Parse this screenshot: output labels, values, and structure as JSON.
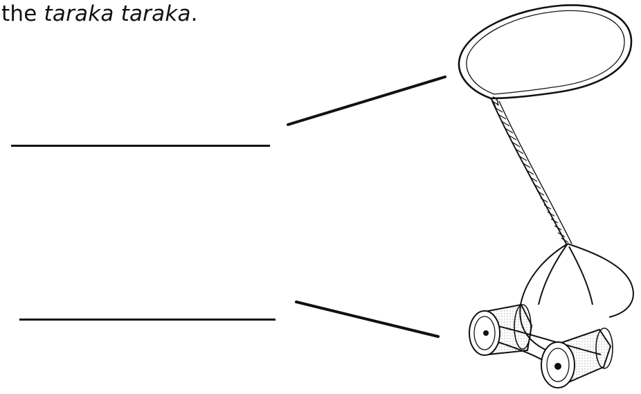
{
  "heading": {
    "prefix": "the ",
    "italic": "taraka taraka",
    "suffix": "."
  },
  "answer_blanks": [
    {
      "value": ""
    },
    {
      "value": ""
    }
  ],
  "illustration": {
    "subject": "taraka taraka"
  }
}
